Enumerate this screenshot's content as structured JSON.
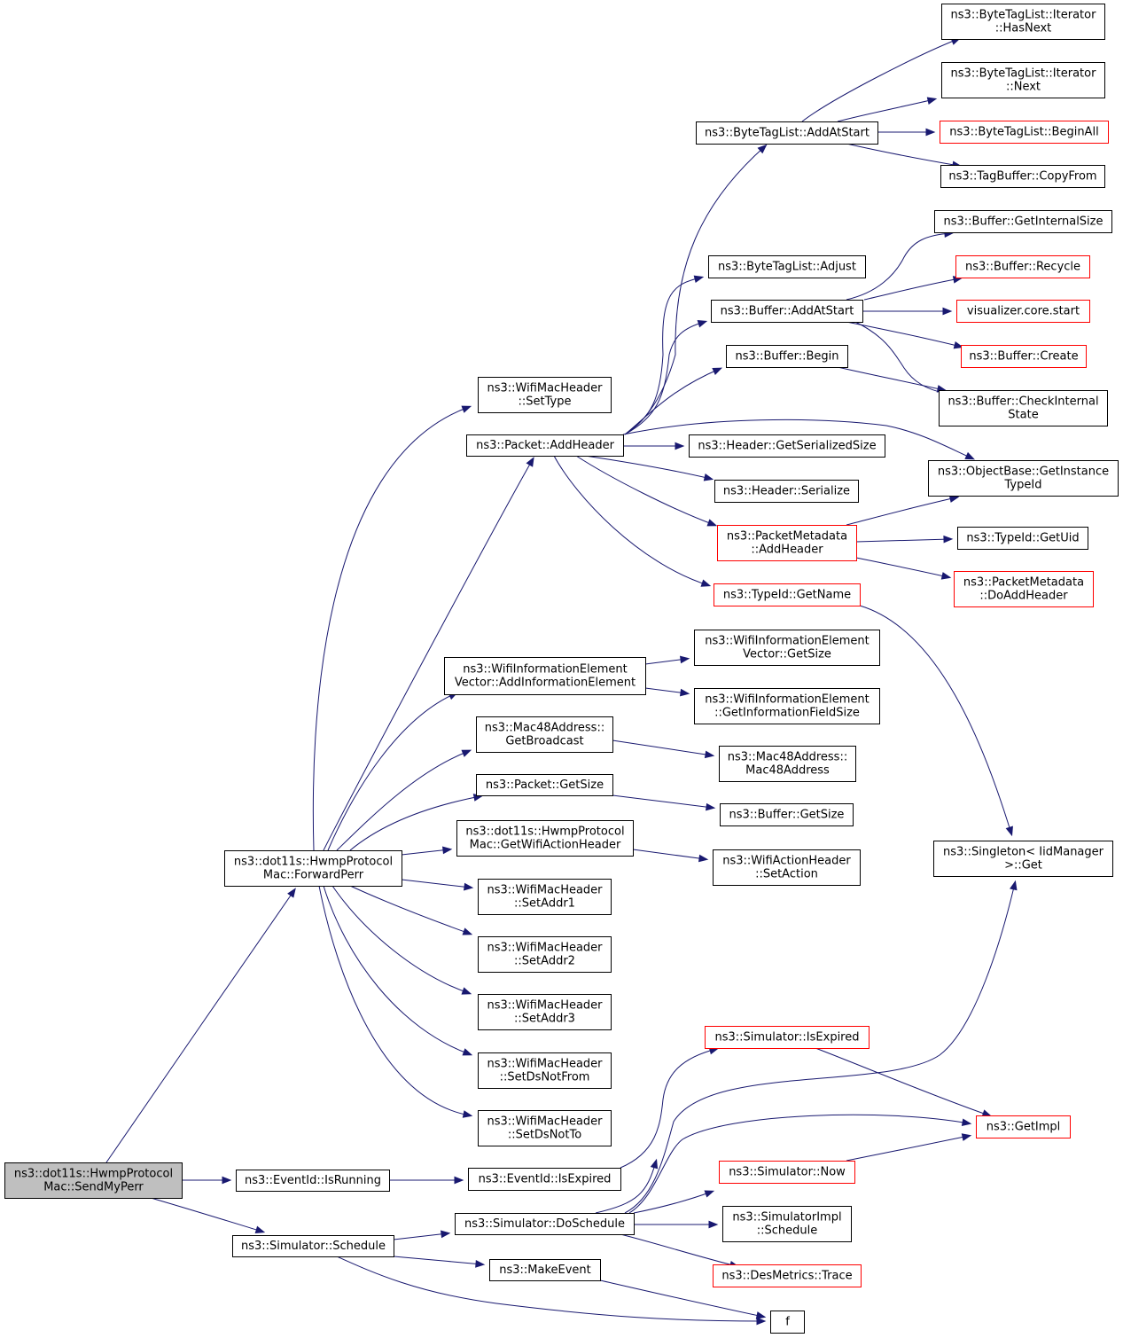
{
  "nodes": [
    {
      "id": "sendmyperr",
      "lines": [
        "ns3::dot11s::HwmpProtocol",
        "Mac::SendMyPerr"
      ],
      "style": "root"
    },
    {
      "id": "forwardperr",
      "lines": [
        "ns3::dot11s::HwmpProtocol",
        "Mac::ForwardPerr"
      ],
      "style": "normal"
    },
    {
      "id": "eventid-isrunning",
      "lines": [
        "ns3::EventId::IsRunning"
      ],
      "style": "normal"
    },
    {
      "id": "simulator-schedule",
      "lines": [
        "ns3::Simulator::Schedule"
      ],
      "style": "normal"
    },
    {
      "id": "wmh-settype",
      "lines": [
        "ns3::WifiMacHeader",
        "::SetType"
      ],
      "style": "normal"
    },
    {
      "id": "packet-addheader",
      "lines": [
        "ns3::Packet::AddHeader"
      ],
      "style": "normal"
    },
    {
      "id": "wiev-addinfo",
      "lines": [
        "ns3::WifiInformationElement",
        "Vector::AddInformationElement"
      ],
      "style": "normal"
    },
    {
      "id": "mac48-getbroadcast",
      "lines": [
        "ns3::Mac48Address::",
        "GetBroadcast"
      ],
      "style": "normal"
    },
    {
      "id": "packet-getsize",
      "lines": [
        "ns3::Packet::GetSize"
      ],
      "style": "normal"
    },
    {
      "id": "getwifiactionheader",
      "lines": [
        "ns3::dot11s::HwmpProtocol",
        "Mac::GetWifiActionHeader"
      ],
      "style": "normal"
    },
    {
      "id": "wmh-setaddr1",
      "lines": [
        "ns3::WifiMacHeader",
        "::SetAddr1"
      ],
      "style": "normal"
    },
    {
      "id": "wmh-setaddr2",
      "lines": [
        "ns3::WifiMacHeader",
        "::SetAddr2"
      ],
      "style": "normal"
    },
    {
      "id": "wmh-setaddr3",
      "lines": [
        "ns3::WifiMacHeader",
        "::SetAddr3"
      ],
      "style": "normal"
    },
    {
      "id": "wmh-setdsnotfrom",
      "lines": [
        "ns3::WifiMacHeader",
        "::SetDsNotFrom"
      ],
      "style": "normal"
    },
    {
      "id": "wmh-setdsnotto",
      "lines": [
        "ns3::WifiMacHeader",
        "::SetDsNotTo"
      ],
      "style": "normal"
    },
    {
      "id": "eventid-isexpired",
      "lines": [
        "ns3::EventId::IsExpired"
      ],
      "style": "normal"
    },
    {
      "id": "simulator-doschedule",
      "lines": [
        "ns3::Simulator::DoSchedule"
      ],
      "style": "normal"
    },
    {
      "id": "makeevent",
      "lines": [
        "ns3::MakeEvent"
      ],
      "style": "normal"
    },
    {
      "id": "f",
      "lines": [
        "f"
      ],
      "style": "normal"
    },
    {
      "id": "btl-addatstart",
      "lines": [
        "ns3::ByteTagList::AddAtStart"
      ],
      "style": "normal"
    },
    {
      "id": "btl-adjust",
      "lines": [
        "ns3::ByteTagList::Adjust"
      ],
      "style": "normal"
    },
    {
      "id": "buffer-addatstart",
      "lines": [
        "ns3::Buffer::AddAtStart"
      ],
      "style": "normal"
    },
    {
      "id": "buffer-begin",
      "lines": [
        "ns3::Buffer::Begin"
      ],
      "style": "normal"
    },
    {
      "id": "header-getserializedsize",
      "lines": [
        "ns3::Header::GetSerializedSize"
      ],
      "style": "normal"
    },
    {
      "id": "header-serialize",
      "lines": [
        "ns3::Header::Serialize"
      ],
      "style": "normal"
    },
    {
      "id": "pm-addheader",
      "lines": [
        "ns3::PacketMetadata",
        "::AddHeader"
      ],
      "style": "red"
    },
    {
      "id": "typeid-getname",
      "lines": [
        "ns3::TypeId::GetName"
      ],
      "style": "red"
    },
    {
      "id": "wiev-getsize",
      "lines": [
        "ns3::WifiInformationElement",
        "Vector::GetSize"
      ],
      "style": "normal"
    },
    {
      "id": "wie-getinfofieldsize",
      "lines": [
        "ns3::WifiInformationElement",
        "::GetInformationFieldSize"
      ],
      "style": "normal"
    },
    {
      "id": "mac48-mac48address",
      "lines": [
        "ns3::Mac48Address::",
        "Mac48Address"
      ],
      "style": "normal"
    },
    {
      "id": "buffer-getsize",
      "lines": [
        "ns3::Buffer::GetSize"
      ],
      "style": "normal"
    },
    {
      "id": "wah-setaction",
      "lines": [
        "ns3::WifiActionHeader",
        "::SetAction"
      ],
      "style": "normal"
    },
    {
      "id": "simulator-isexpired",
      "lines": [
        "ns3::Simulator::IsExpired"
      ],
      "style": "red"
    },
    {
      "id": "simulator-now",
      "lines": [
        "ns3::Simulator::Now"
      ],
      "style": "red"
    },
    {
      "id": "simimpl-schedule",
      "lines": [
        "ns3::SimulatorImpl",
        "::Schedule"
      ],
      "style": "normal"
    },
    {
      "id": "desmetrics-trace",
      "lines": [
        "ns3::DesMetrics::Trace"
      ],
      "style": "red"
    },
    {
      "id": "btl-iter-hasnext",
      "lines": [
        "ns3::ByteTagList::Iterator",
        "::HasNext"
      ],
      "style": "normal"
    },
    {
      "id": "btl-iter-next",
      "lines": [
        "ns3::ByteTagList::Iterator",
        "::Next"
      ],
      "style": "normal"
    },
    {
      "id": "btl-beginall",
      "lines": [
        "ns3::ByteTagList::BeginAll"
      ],
      "style": "red"
    },
    {
      "id": "tagbuffer-copyfrom",
      "lines": [
        "ns3::TagBuffer::CopyFrom"
      ],
      "style": "normal"
    },
    {
      "id": "buffer-getinternalsize",
      "lines": [
        "ns3::Buffer::GetInternalSize"
      ],
      "style": "normal"
    },
    {
      "id": "buffer-recycle",
      "lines": [
        "ns3::Buffer::Recycle"
      ],
      "style": "red"
    },
    {
      "id": "visualizer-core-start",
      "lines": [
        "visualizer.core.start"
      ],
      "style": "red"
    },
    {
      "id": "buffer-create",
      "lines": [
        "ns3::Buffer::Create"
      ],
      "style": "red"
    },
    {
      "id": "buffer-checkinternalstate",
      "lines": [
        "ns3::Buffer::CheckInternal",
        "State"
      ],
      "style": "normal"
    },
    {
      "id": "objectbase-getinstancetypeid",
      "lines": [
        "ns3::ObjectBase::GetInstance",
        "TypeId"
      ],
      "style": "normal"
    },
    {
      "id": "typeid-getuid",
      "lines": [
        "ns3::TypeId::GetUid"
      ],
      "style": "normal"
    },
    {
      "id": "pm-doaddheader",
      "lines": [
        "ns3::PacketMetadata",
        "::DoAddHeader"
      ],
      "style": "red"
    },
    {
      "id": "singleton-get",
      "lines": [
        "ns3::Singleton< IidManager",
        " >::Get"
      ],
      "style": "normal"
    },
    {
      "id": "getimpl",
      "lines": [
        "ns3::GetImpl"
      ],
      "style": "red"
    }
  ],
  "edges": [
    [
      "sendmyperr",
      "forwardperr"
    ],
    [
      "sendmyperr",
      "eventid-isrunning"
    ],
    [
      "sendmyperr",
      "simulator-schedule"
    ],
    [
      "forwardperr",
      "wmh-settype"
    ],
    [
      "forwardperr",
      "packet-addheader"
    ],
    [
      "forwardperr",
      "wiev-addinfo"
    ],
    [
      "forwardperr",
      "mac48-getbroadcast"
    ],
    [
      "forwardperr",
      "packet-getsize"
    ],
    [
      "forwardperr",
      "getwifiactionheader"
    ],
    [
      "forwardperr",
      "wmh-setaddr1"
    ],
    [
      "forwardperr",
      "wmh-setaddr2"
    ],
    [
      "forwardperr",
      "wmh-setaddr3"
    ],
    [
      "forwardperr",
      "wmh-setdsnotfrom"
    ],
    [
      "forwardperr",
      "wmh-setdsnotto"
    ],
    [
      "packet-addheader",
      "btl-addatstart"
    ],
    [
      "packet-addheader",
      "btl-adjust"
    ],
    [
      "packet-addheader",
      "buffer-addatstart"
    ],
    [
      "packet-addheader",
      "buffer-begin"
    ],
    [
      "packet-addheader",
      "objectbase-getinstancetypeid"
    ],
    [
      "packet-addheader",
      "header-getserializedsize"
    ],
    [
      "packet-addheader",
      "header-serialize"
    ],
    [
      "packet-addheader",
      "pm-addheader"
    ],
    [
      "packet-addheader",
      "typeid-getname"
    ],
    [
      "btl-addatstart",
      "btl-iter-hasnext"
    ],
    [
      "btl-addatstart",
      "btl-iter-next"
    ],
    [
      "btl-addatstart",
      "btl-beginall"
    ],
    [
      "btl-addatstart",
      "tagbuffer-copyfrom"
    ],
    [
      "buffer-addatstart",
      "buffer-getinternalsize"
    ],
    [
      "buffer-addatstart",
      "buffer-recycle"
    ],
    [
      "buffer-addatstart",
      "visualizer-core-start"
    ],
    [
      "buffer-addatstart",
      "buffer-create"
    ],
    [
      "buffer-addatstart",
      "buffer-checkinternalstate"
    ],
    [
      "buffer-begin",
      "buffer-checkinternalstate"
    ],
    [
      "pm-addheader",
      "objectbase-getinstancetypeid"
    ],
    [
      "pm-addheader",
      "typeid-getuid"
    ],
    [
      "pm-addheader",
      "pm-doaddheader"
    ],
    [
      "typeid-getname",
      "singleton-get"
    ],
    [
      "wiev-addinfo",
      "wiev-getsize"
    ],
    [
      "wiev-addinfo",
      "wie-getinfofieldsize"
    ],
    [
      "mac48-getbroadcast",
      "mac48-mac48address"
    ],
    [
      "packet-getsize",
      "buffer-getsize"
    ],
    [
      "getwifiactionheader",
      "wah-setaction"
    ],
    [
      "eventid-isrunning",
      "eventid-isexpired"
    ],
    [
      "eventid-isexpired",
      "simulator-isexpired"
    ],
    [
      "eventid-isexpired",
      "singleton-get"
    ],
    [
      "simulator-isexpired",
      "getimpl"
    ],
    [
      "simulator-schedule",
      "simulator-doschedule"
    ],
    [
      "simulator-schedule",
      "makeevent"
    ],
    [
      "simulator-schedule",
      "f"
    ],
    [
      "makeevent",
      "f"
    ],
    [
      "simulator-doschedule",
      "simulator-now"
    ],
    [
      "simulator-doschedule",
      "simimpl-schedule"
    ],
    [
      "simulator-doschedule",
      "desmetrics-trace"
    ],
    [
      "simulator-doschedule",
      "getimpl"
    ],
    [
      "simulator-doschedule",
      "singleton-get"
    ],
    [
      "simulator-now",
      "getimpl"
    ]
  ],
  "colors": {
    "edge": "#191970",
    "root_fill": "#bfbfbf",
    "border_normal": "#000000",
    "border_red": "#ff0000"
  }
}
